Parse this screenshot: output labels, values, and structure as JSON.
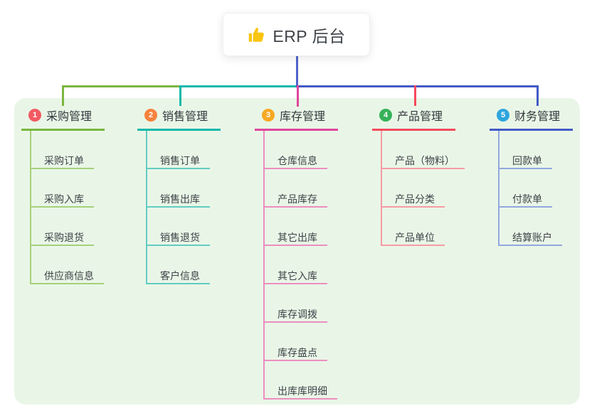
{
  "root": {
    "title": "ERP 后台",
    "icon": "thumbs-up-icon",
    "icon_color": "#f9c513"
  },
  "connectors": {
    "root": "#5064cb",
    "purchase": "#7ab63e",
    "sales": "#12b8ab",
    "inventory": "#e0459c",
    "product": "#f5495c",
    "finance": "#4459c6"
  },
  "panel_color": "#e9f6e7",
  "branches": [
    {
      "num": "1",
      "label": "采购管理",
      "badge_color": "#f25a62",
      "line_color": "#7ab63e",
      "child_line_color": "#a5d07c",
      "children": [
        "采购订单",
        "采购入库",
        "采购退货",
        "供应商信息"
      ]
    },
    {
      "num": "2",
      "label": "销售管理",
      "badge_color": "#f8823d",
      "line_color": "#12b8ab",
      "child_line_color": "#63ccc2",
      "children": [
        "销售订单",
        "销售出库",
        "销售退货",
        "客户信息"
      ]
    },
    {
      "num": "3",
      "label": "库存管理",
      "badge_color": "#f7a823",
      "line_color": "#e0459c",
      "child_line_color": "#ee8dc0",
      "children": [
        "仓库信息",
        "产品库存",
        "其它出库",
        "其它入库",
        "库存调拨",
        "库存盘点",
        "出库库明细"
      ]
    },
    {
      "num": "4",
      "label": "产品管理",
      "badge_color": "#36b25a",
      "line_color": "#f5495c",
      "child_line_color": "#f79ba4",
      "children": [
        "产品（物料）",
        "产品分类",
        "产品单位"
      ]
    },
    {
      "num": "5",
      "label": "财务管理",
      "badge_color": "#2fa5de",
      "line_color": "#4459c6",
      "child_line_color": "#92a7e0",
      "children": [
        "回款单",
        "付款单",
        "结算账户"
      ]
    }
  ]
}
